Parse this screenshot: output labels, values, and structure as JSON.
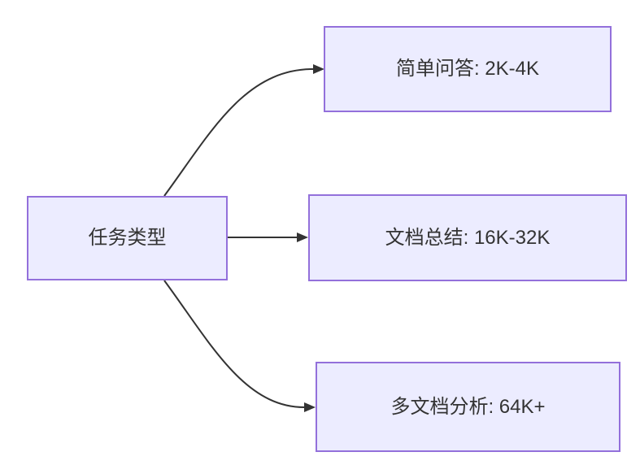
{
  "diagram": {
    "type": "flowchart",
    "direction": "LR",
    "colors": {
      "background": "#FFFFFF",
      "node_fill": "#ECECFF",
      "node_border": "#9370DB",
      "edge": "#333333",
      "text": "#333333"
    },
    "root": {
      "label": "任务类型"
    },
    "nodes": [
      {
        "label": "简单问答: 2K-4K"
      },
      {
        "label": "文档总结: 16K-32K"
      },
      {
        "label": "多文档分析: 64K+"
      }
    ],
    "edges": [
      {
        "from": "任务类型",
        "to": "简单问答: 2K-4K"
      },
      {
        "from": "任务类型",
        "to": "文档总结: 16K-32K"
      },
      {
        "from": "任务类型",
        "to": "多文档分析: 64K+"
      }
    ]
  }
}
